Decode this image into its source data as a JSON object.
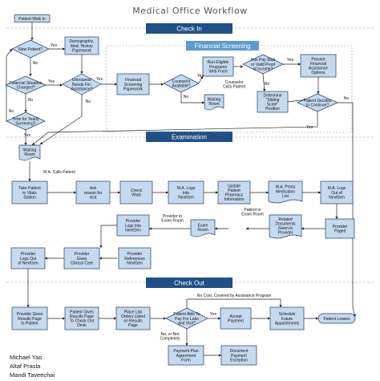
{
  "title": "Medical Office Workflow",
  "colors": {
    "node_fill": "#c5d9ef",
    "node_stroke": "#1f3f6a",
    "lane_fill": "#1f4f86",
    "screening_fill": "#5b9bd5",
    "connector": "#222222"
  },
  "lanes": {
    "check_in": "Check In",
    "examination": "Examination",
    "check_out": "Check Out"
  },
  "financial_screening": "Financial Screening",
  "nodes": {
    "patient_walk_in": "Patient Walk In",
    "new_patient": [
      "New Patient?"
    ],
    "demographic": [
      "Demographic,",
      "Med. History",
      "Paperwork"
    ],
    "financial_situation": [
      "Financial Situation",
      "Changed?"
    ],
    "time_for_screening": [
      "Time for Yearly",
      "Screening?"
    ],
    "uninsured": [
      "Uninsured/",
      "Needs Fin.",
      "Assistance?"
    ],
    "financial_screening_paperwork": [
      "Financial",
      "Screening",
      "Paperwork"
    ],
    "counselor_available": [
      "Counselor",
      "Available?"
    ],
    "waiting_room_checkin": [
      "Waiting",
      "Room"
    ],
    "run_eligible": [
      "Run Eligible",
      "Programs",
      "Web Form"
    ],
    "has_pay_stub": [
      "Has Pay Stub",
      "or Valid Proof",
      "of Income?"
    ],
    "determine_sliding": [
      "Determine",
      "\"Sliding",
      "Scale\"",
      "Position"
    ],
    "present_financial": [
      "Present",
      "Financial",
      "Assistance",
      "Options"
    ],
    "patient_decides": [
      "Patient Decides",
      "to Continue?"
    ],
    "waiting_room_exam": [
      "Waiting",
      "Room"
    ],
    "take_patient_vitals": [
      "Take Patient",
      "to Vitals",
      "Station"
    ],
    "ask_reason": [
      "Ask",
      "reason for",
      "visit"
    ],
    "check_vitals": [
      "Check",
      "Vitals"
    ],
    "ma_logs_nextgen": [
      "M.A. Logs",
      "Into",
      "NextGen"
    ],
    "update_pharmacy": [
      "Update",
      "Patient",
      "Pharmacy",
      "Information"
    ],
    "ma_prints_medication": [
      "M.A. Prints",
      "Medication",
      "List"
    ],
    "ma_logs_out": [
      "M.A. Logs",
      "Out of",
      "NextGen"
    ],
    "provider_paged": [
      "Provider",
      "Paged"
    ],
    "related_documents": [
      "Related",
      "Documents",
      "Given to",
      "Provider"
    ],
    "exam_room": [
      "Exam",
      "Room"
    ],
    "provider_logs_into": [
      "Provider",
      "Logs Into",
      "NextGen"
    ],
    "provider_logs_out": [
      "Provider",
      "Logs Out",
      "of NextGen"
    ],
    "provider_gives_care": [
      "Provider",
      "Gives",
      "Clinical Care"
    ],
    "provider_references": [
      "Provider",
      "References",
      "NextGen"
    ],
    "provider_gives_results": [
      "Provider Gives",
      "Results Page",
      "to Patient"
    ],
    "patient_gives_results": [
      "Patient Gives",
      "Results Page",
      "To Check Out",
      "Desk"
    ],
    "place_lab_orders": [
      "Place Lab",
      "Orders Listed",
      "on Results",
      "Page"
    ],
    "patient_able_pay": [
      "Patient Able To",
      "Pay For Labs",
      "and Visit?"
    ],
    "accept_payment": [
      "Accept",
      "Payment"
    ],
    "schedule_future": [
      "Schedule",
      "Future",
      "Appointments"
    ],
    "patient_leaves": [
      "Patient Leaves"
    ],
    "payment_plan": [
      "Payment Plan",
      "Agreement",
      "Form"
    ],
    "document_payment": [
      "Document",
      "Payment",
      "Exception"
    ]
  },
  "labels": {
    "yes_new_patient": "Yes",
    "no_new_patient": "No",
    "yes_fin_situation": "Yes",
    "no_fin_situation": "No",
    "yes_yearly": "Yes",
    "no_yearly": "No",
    "yes_uninsured": "Yes",
    "no_uninsured": "No",
    "yes_counselor": "Yes",
    "no_counselor": "No",
    "counselor_calls": [
      "Counselor",
      "Calls Patient"
    ],
    "no_pay_stub": "No",
    "yes_pay_stub": "Yes",
    "no_continue": "No",
    "yes_continue": "Yes",
    "ma_calls_patient": "M.A. Calls Patient",
    "patient_to_exam_room": [
      "Patient to",
      "Exam Room"
    ],
    "provider_to_exam_room": [
      "Provider to",
      "Exam Room"
    ],
    "no_cost_covered": "No Cost, Covered by Assistance Program",
    "yes_able_pay": "Yes",
    "no_not_completely": [
      "No, or Not",
      "Completely"
    ]
  },
  "authors": [
    "Michael Yao",
    "Altaf Prasla",
    "Mandi Taveechai"
  ]
}
